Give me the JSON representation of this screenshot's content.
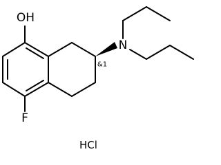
{
  "molecule": {
    "atoms": {
      "hydroxyl": "OH",
      "nitrogen": "N",
      "fluorine": "F"
    },
    "stereo_label": "&1",
    "salt": "HCl"
  },
  "colors": {
    "bond": "#000000",
    "text": "#000000",
    "background": "#ffffff"
  }
}
